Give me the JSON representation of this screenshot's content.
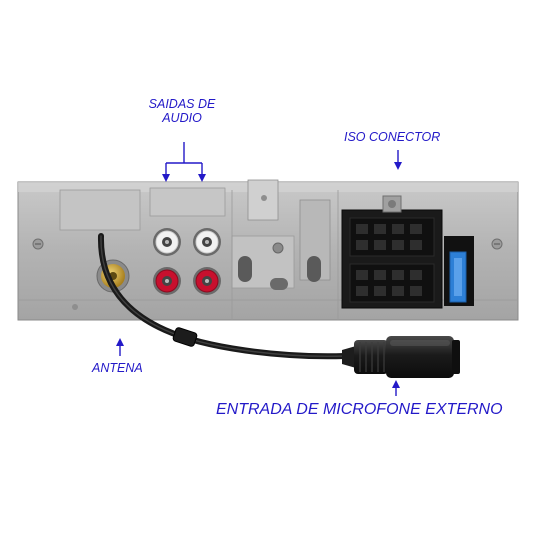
{
  "labels": {
    "saidas_line1": "SAIDAS DE",
    "saidas_line2": "AUDIO",
    "iso": "ISO CONECTOR",
    "antena": "ANTENA",
    "microfone": "ENTRADA DE MICROFONE EXTERNO"
  },
  "colors": {
    "label": "#2319c8",
    "panel": "#bdbdbd",
    "connector": "#161616",
    "rca_white": "#f2f2f2",
    "rca_red": "#c8102e",
    "antenna_gold": "#c9a23a",
    "fuse": "#2d7fd6"
  }
}
